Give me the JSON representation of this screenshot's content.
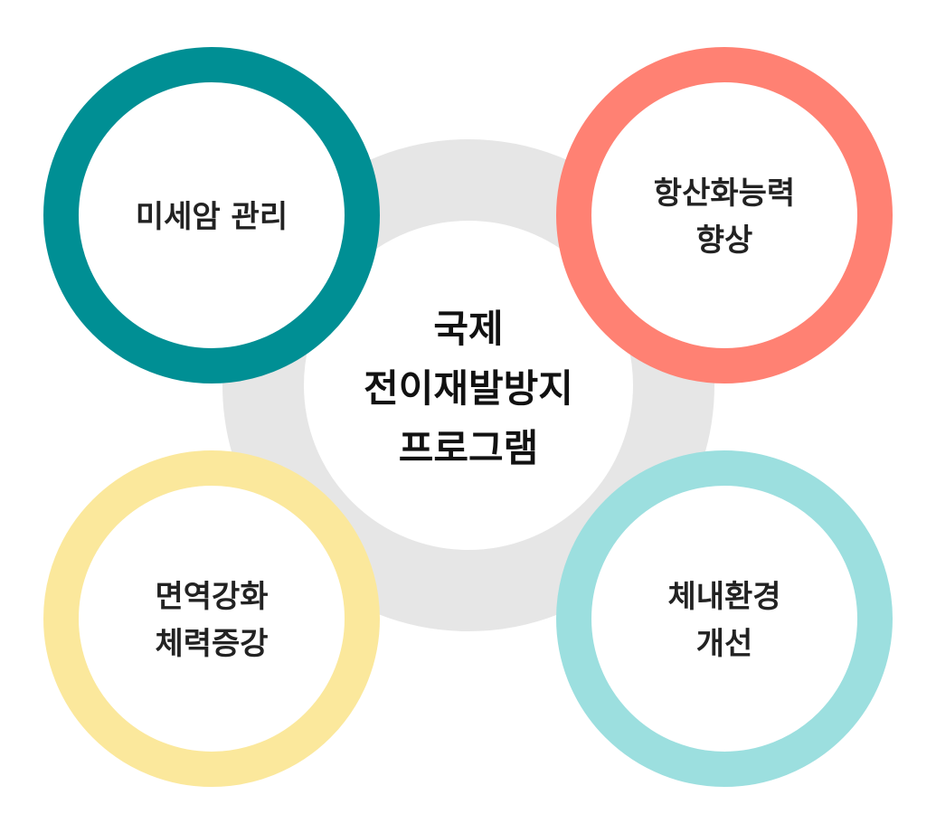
{
  "center": {
    "lines": [
      "국제",
      "전이재발방지",
      "프로그램"
    ],
    "ring_color": "#e6e6e6"
  },
  "nodes": {
    "top_left": {
      "lines": [
        "미세암 관리"
      ],
      "ring_color": "#008f94"
    },
    "top_right": {
      "lines": [
        "항산화능력",
        "향상"
      ],
      "ring_color": "#ff8173"
    },
    "bottom_left": {
      "lines": [
        "면역강화",
        "체력증강"
      ],
      "ring_color": "#fbe89c"
    },
    "bottom_right": {
      "lines": [
        "체내환경",
        "개선"
      ],
      "ring_color": "#9cdfdf"
    }
  }
}
